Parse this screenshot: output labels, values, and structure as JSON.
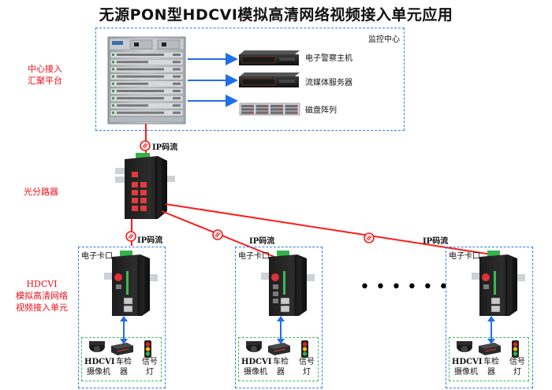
{
  "title": "无源PON型HDCVI模拟高清网络视频接入单元应用",
  "side_labels": {
    "center_access": [
      "中心接入",
      "汇聚平台"
    ],
    "splitter": "光分路器",
    "unit": [
      "HDCVI",
      "模拟高清网络",
      "视频接入单元"
    ]
  },
  "monitoring_center": {
    "label": "监控中心",
    "servers": [
      {
        "label": "电子警察主机",
        "icon": "rack-server-icon"
      },
      {
        "label": "流媒体服务器",
        "icon": "rack-server-icon"
      },
      {
        "label": "磁盘阵列",
        "icon": "disk-array-icon"
      }
    ]
  },
  "links": {
    "stream_label": "IP码流"
  },
  "checkpoints": [
    {
      "label": "电子卡口",
      "devices": [
        {
          "lines": [
            "HDCVI",
            "摄像机"
          ]
        },
        {
          "lines": [
            "车检",
            "器"
          ]
        },
        {
          "lines": [
            "信号",
            "灯"
          ]
        }
      ]
    },
    {
      "label": "电子卡口",
      "devices": [
        {
          "lines": [
            "HDCVI",
            "摄像机"
          ]
        },
        {
          "lines": [
            "车检",
            "器"
          ]
        },
        {
          "lines": [
            "信号",
            "灯"
          ]
        }
      ]
    },
    {
      "label": "电子卡口",
      "devices": [
        {
          "lines": [
            "HDCVI",
            "摄像机"
          ]
        },
        {
          "lines": [
            "车检",
            "器"
          ]
        },
        {
          "lines": [
            "信号",
            "灯"
          ]
        }
      ]
    }
  ],
  "ellipsis": "••••••",
  "colors": {
    "fiber": "#ff1a1a",
    "arrow": "#1f6fe6",
    "center_box": "#2f7fe6",
    "device_box": "#3fb86a",
    "label_red": "#e8101a"
  }
}
